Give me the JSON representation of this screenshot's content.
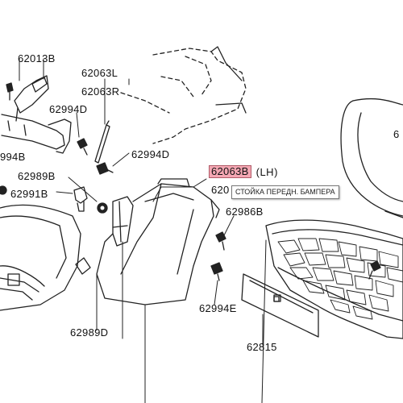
{
  "labels": {
    "p62013b": "62013B",
    "p62063l": "62063L",
    "p62063r": "62063R",
    "p62994d_1": "62994D",
    "p62994d_2": "62994D",
    "p994b": "994B",
    "p62989b": "62989B",
    "p62991b": "62991B",
    "p620_partial": "620",
    "p62986b": "62986B",
    "p62994e": "62994E",
    "p62989d": "62989D",
    "p62815": "62815",
    "p6_edge": "6"
  },
  "highlight": {
    "part": "62063B",
    "suffix": "(LH)"
  },
  "tooltip": {
    "text": "СТОЙКА ПЕРЕДН. БАМПЕРА"
  },
  "colors": {
    "highlight_bg": "#f4a7b3",
    "line": "#222222"
  }
}
